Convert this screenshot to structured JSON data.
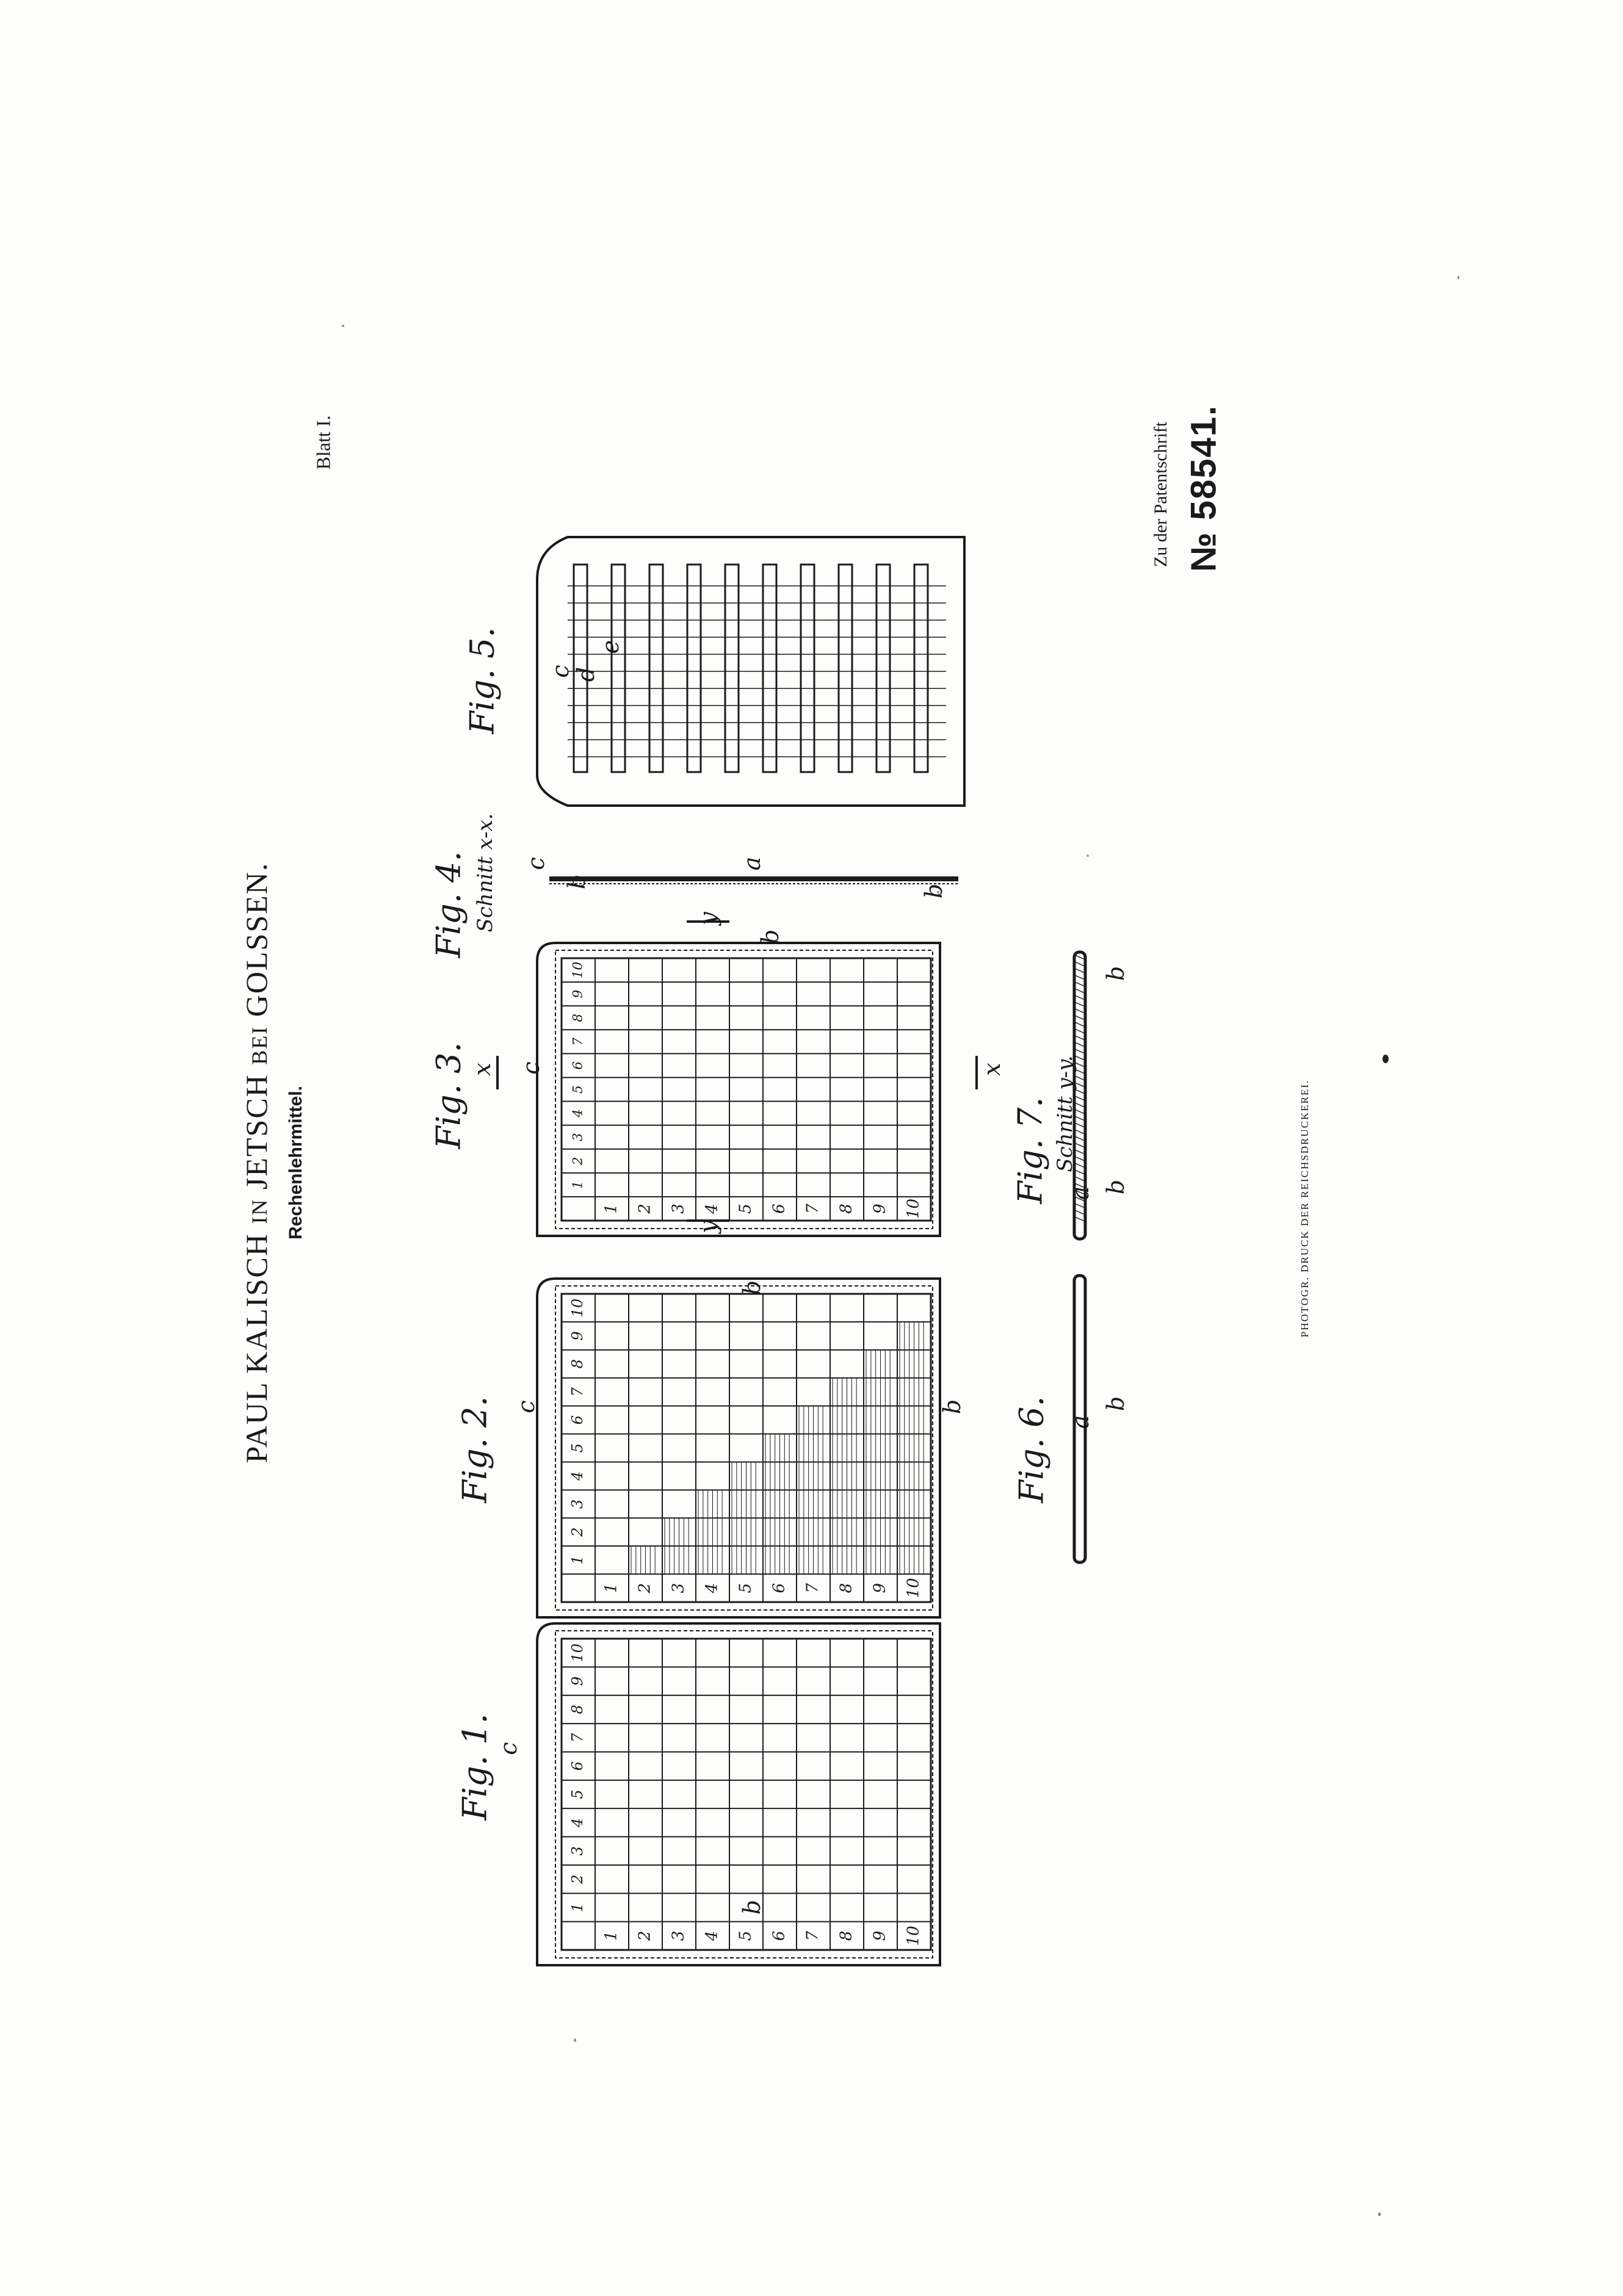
{
  "header": {
    "title_main": "PAUL KALISCH",
    "title_in": "IN",
    "title_place": "JETSCH",
    "title_bei": "BEI",
    "title_place2": "GOLSSEN.",
    "subtitle": "Rechenlehrmittel.",
    "sheet": "Blatt I."
  },
  "patent": {
    "prefix": "Zu der Patentschrift",
    "number": "№ 58541."
  },
  "footer": {
    "printer": "PHOTOGR. DRUCK DER REICHSDRUCKEREI."
  },
  "figures": {
    "fig1": "Fig. 1.",
    "fig2": "Fig. 2.",
    "fig3": "Fig. 3.",
    "fig4": "Fig. 4.",
    "fig4_sub": "Schnitt x-x.",
    "fig5": "Fig. 5.",
    "fig6": "Fig. 6.",
    "fig7": "Fig. 7.",
    "fig7_sub": "Schnitt y-y."
  },
  "letters": {
    "a": "a",
    "b": "b",
    "c": "c",
    "d": "d",
    "e": "e",
    "x": "x",
    "y": "y"
  },
  "grid_numbers": [
    "1",
    "2",
    "3",
    "4",
    "5",
    "6",
    "7",
    "8",
    "9",
    "10"
  ]
}
